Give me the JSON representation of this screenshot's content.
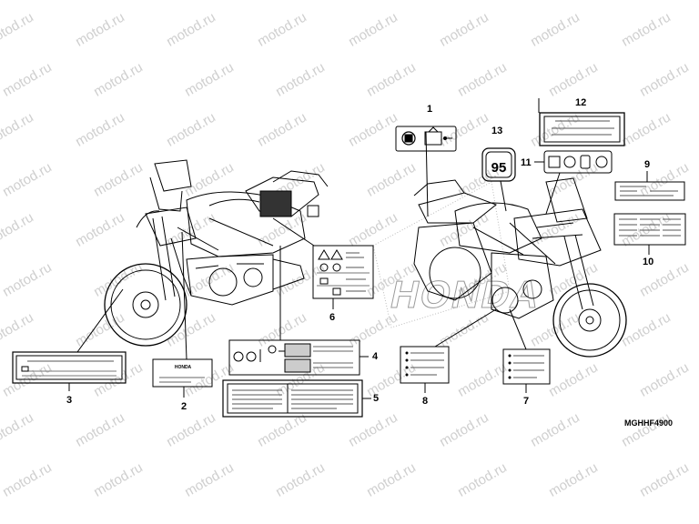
{
  "diagram": {
    "part_code": "MGHHF4900",
    "watermark": "motod.ru",
    "brand_wordmark": "HONDA",
    "fuel_octane": "95",
    "callouts": [
      {
        "id": "1",
        "label": "1"
      },
      {
        "id": "2",
        "label": "2"
      },
      {
        "id": "3",
        "label": "3"
      },
      {
        "id": "4",
        "label": "4"
      },
      {
        "id": "5",
        "label": "5"
      },
      {
        "id": "6",
        "label": "6"
      },
      {
        "id": "7",
        "label": "7"
      },
      {
        "id": "8",
        "label": "8"
      },
      {
        "id": "9",
        "label": "9"
      },
      {
        "id": "10",
        "label": "10"
      },
      {
        "id": "11",
        "label": "11"
      },
      {
        "id": "12",
        "label": "12"
      },
      {
        "id": "13",
        "label": "13"
      }
    ]
  }
}
